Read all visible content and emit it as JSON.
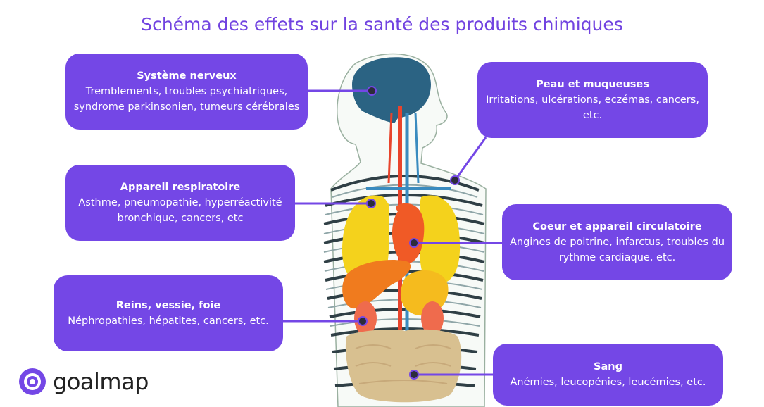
{
  "title": "Schéma des effets sur la santé des produits chimiques",
  "boxes": {
    "nerveux": {
      "heading": "Système nerveux",
      "body": "Tremblements, troubles psychiatriques,\nsyndrome parkinsonien, tumeurs cérébrales"
    },
    "peau": {
      "heading": "Peau et muqueuses",
      "body": "Irritations, ulcérations, eczémas, cancers,\netc."
    },
    "respiratoire": {
      "heading": "Appareil respiratoire",
      "body": "Asthme, pneumopathie, hyperréactivité\nbronchique, cancers, etc"
    },
    "coeur": {
      "heading": "Coeur et appareil circulatoire",
      "body": "Angines de poitrine, infarctus, troubles du\nrythme cardiaque, etc."
    },
    "reins": {
      "heading": "Reins, vessie, foie",
      "body": "Néphropathies, hépatites, cancers, etc."
    },
    "sang": {
      "heading": "Sang",
      "body": "Anémies, leucopénies, leucémies, etc."
    }
  },
  "logo": {
    "text": "goalmap"
  },
  "colors": {
    "accent": "#7447e6",
    "title": "#7143e0"
  }
}
